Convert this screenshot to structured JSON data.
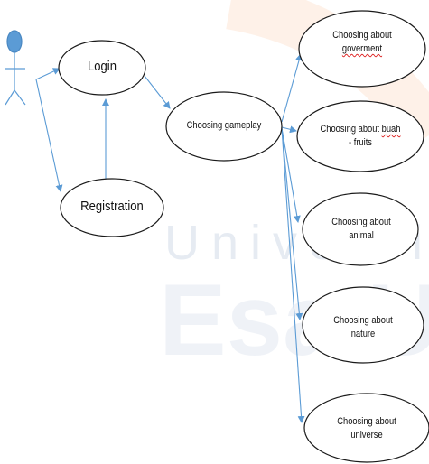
{
  "nodes": {
    "login": "Login",
    "registration": "Registration",
    "gameplay": "Choosing gameplay",
    "goverment": {
      "line1": "Choosing about",
      "line2": "goverment"
    },
    "buah": {
      "line1_a": "Choosing about ",
      "line1_b": "buah",
      "line2": "- fruits"
    },
    "animal": {
      "line1": "Choosing about",
      "line2": "animal"
    },
    "nature": {
      "line1": "Choosing about",
      "line2": "nature"
    },
    "universe": {
      "line1": "Choosing about",
      "line2": "universe"
    }
  },
  "watermark": {
    "text1": "Universitas",
    "text2": "Esa U"
  },
  "colors": {
    "connector": "#5b9bd5",
    "actor": "#5b9bd5",
    "node_border": "#1a1a1a",
    "watermark": "#c8d4e4",
    "spellcheck": "#dd2222"
  }
}
